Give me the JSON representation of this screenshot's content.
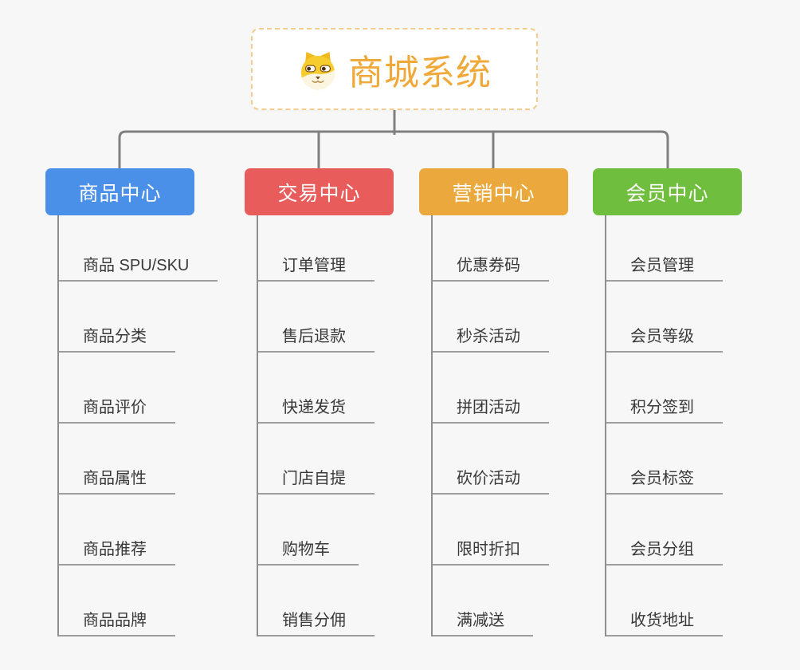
{
  "root": {
    "title": "商城系统",
    "icon": "dog-face-icon",
    "title_color": "#f0a838",
    "border_color": "#f2cd8d",
    "background": "#ffffff"
  },
  "canvas_background": "#f7f7f7",
  "connector_color": "#808080",
  "underline_color": "#9e9e9e",
  "branches": [
    {
      "label": "商品中心",
      "color": "#4a90e8",
      "items": [
        "商品 SPU/SKU",
        "商品分类",
        "商品评价",
        "商品属性",
        "商品推荐",
        "商品品牌"
      ]
    },
    {
      "label": "交易中心",
      "color": "#e85d5b",
      "items": [
        "订单管理",
        "售后退款",
        "快递发货",
        "门店自提",
        "购物车",
        "销售分佣"
      ]
    },
    {
      "label": "营销中心",
      "color": "#eba83c",
      "items": [
        "优惠券码",
        "秒杀活动",
        "拼团活动",
        "砍价活动",
        "限时折扣",
        "满减送"
      ]
    },
    {
      "label": "会员中心",
      "color": "#6fbe3d",
      "items": [
        "会员管理",
        "会员等级",
        "积分签到",
        "会员标签",
        "会员分组",
        "收货地址"
      ]
    }
  ]
}
